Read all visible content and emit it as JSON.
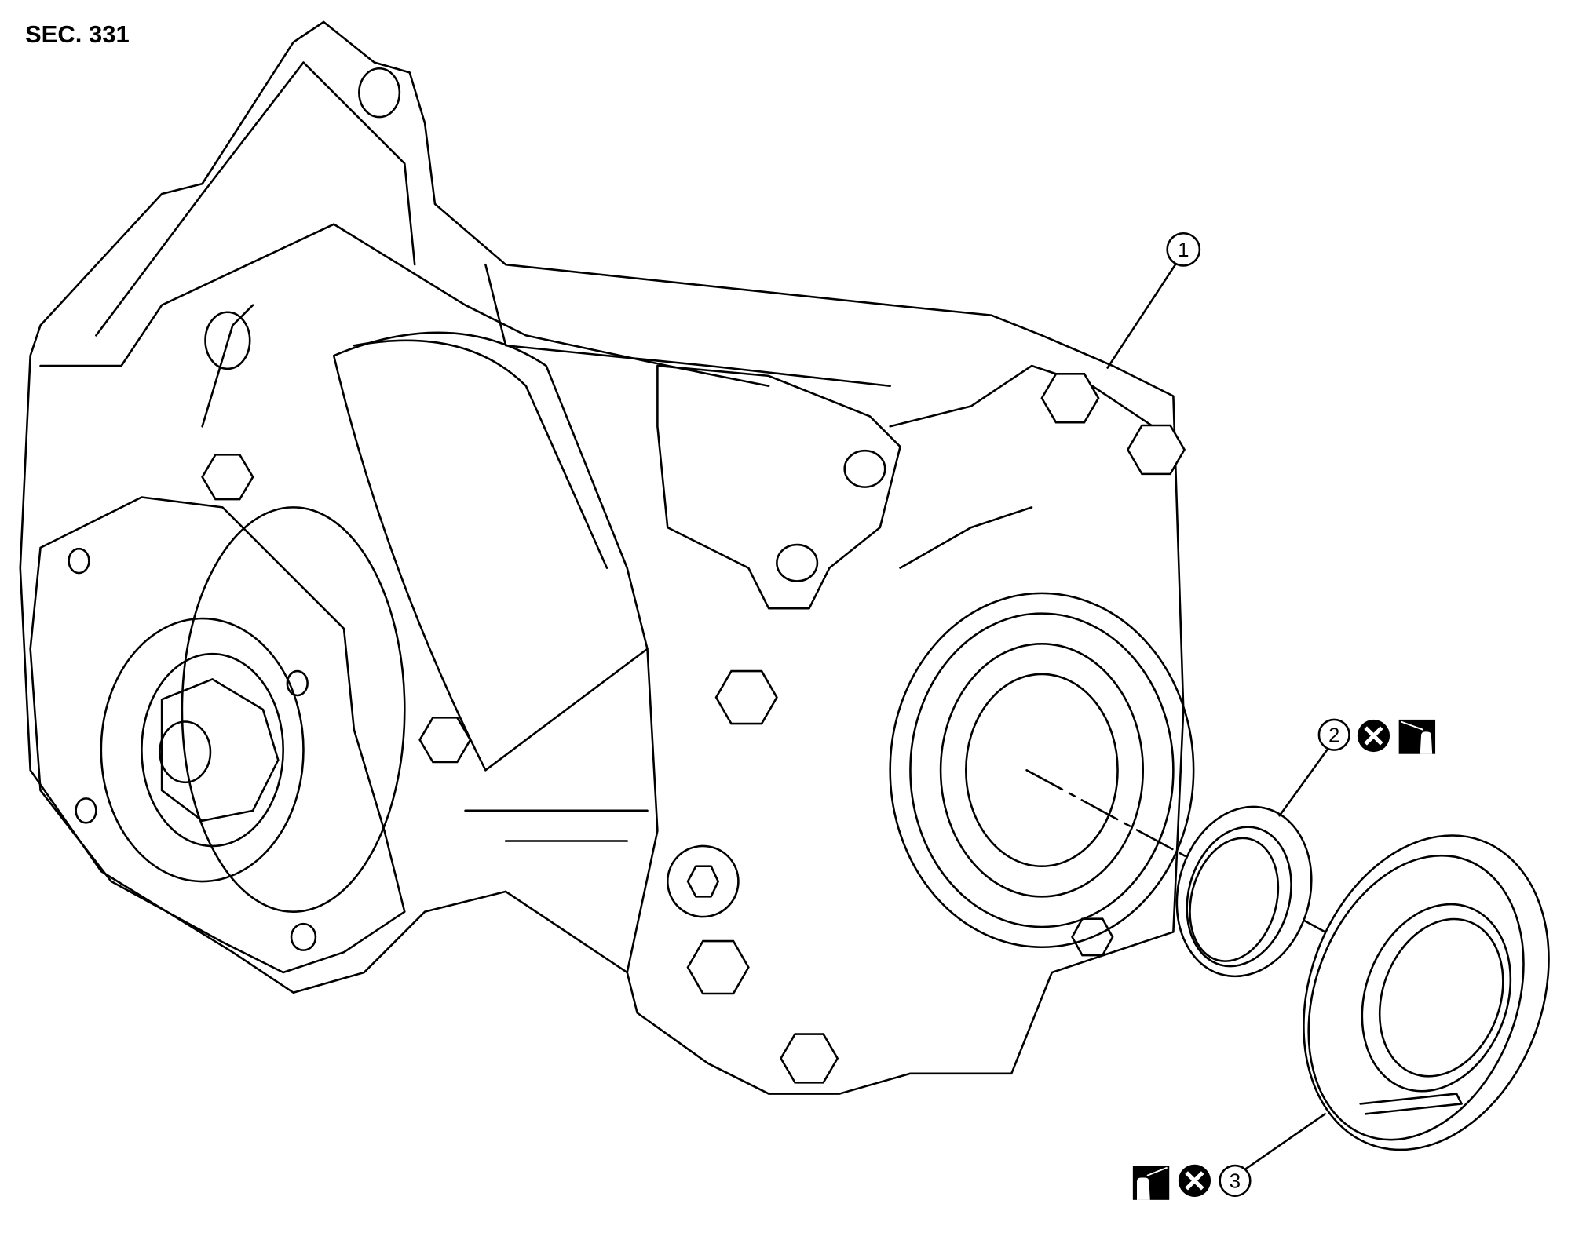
{
  "section_label": "SEC. 331",
  "callouts": [
    {
      "number": "1",
      "icons": []
    },
    {
      "number": "2",
      "icons": [
        "do-not-reuse-icon",
        "apply-oil-icon"
      ]
    },
    {
      "number": "3",
      "icons": [
        "apply-oil-icon",
        "do-not-reuse-icon"
      ]
    }
  ]
}
